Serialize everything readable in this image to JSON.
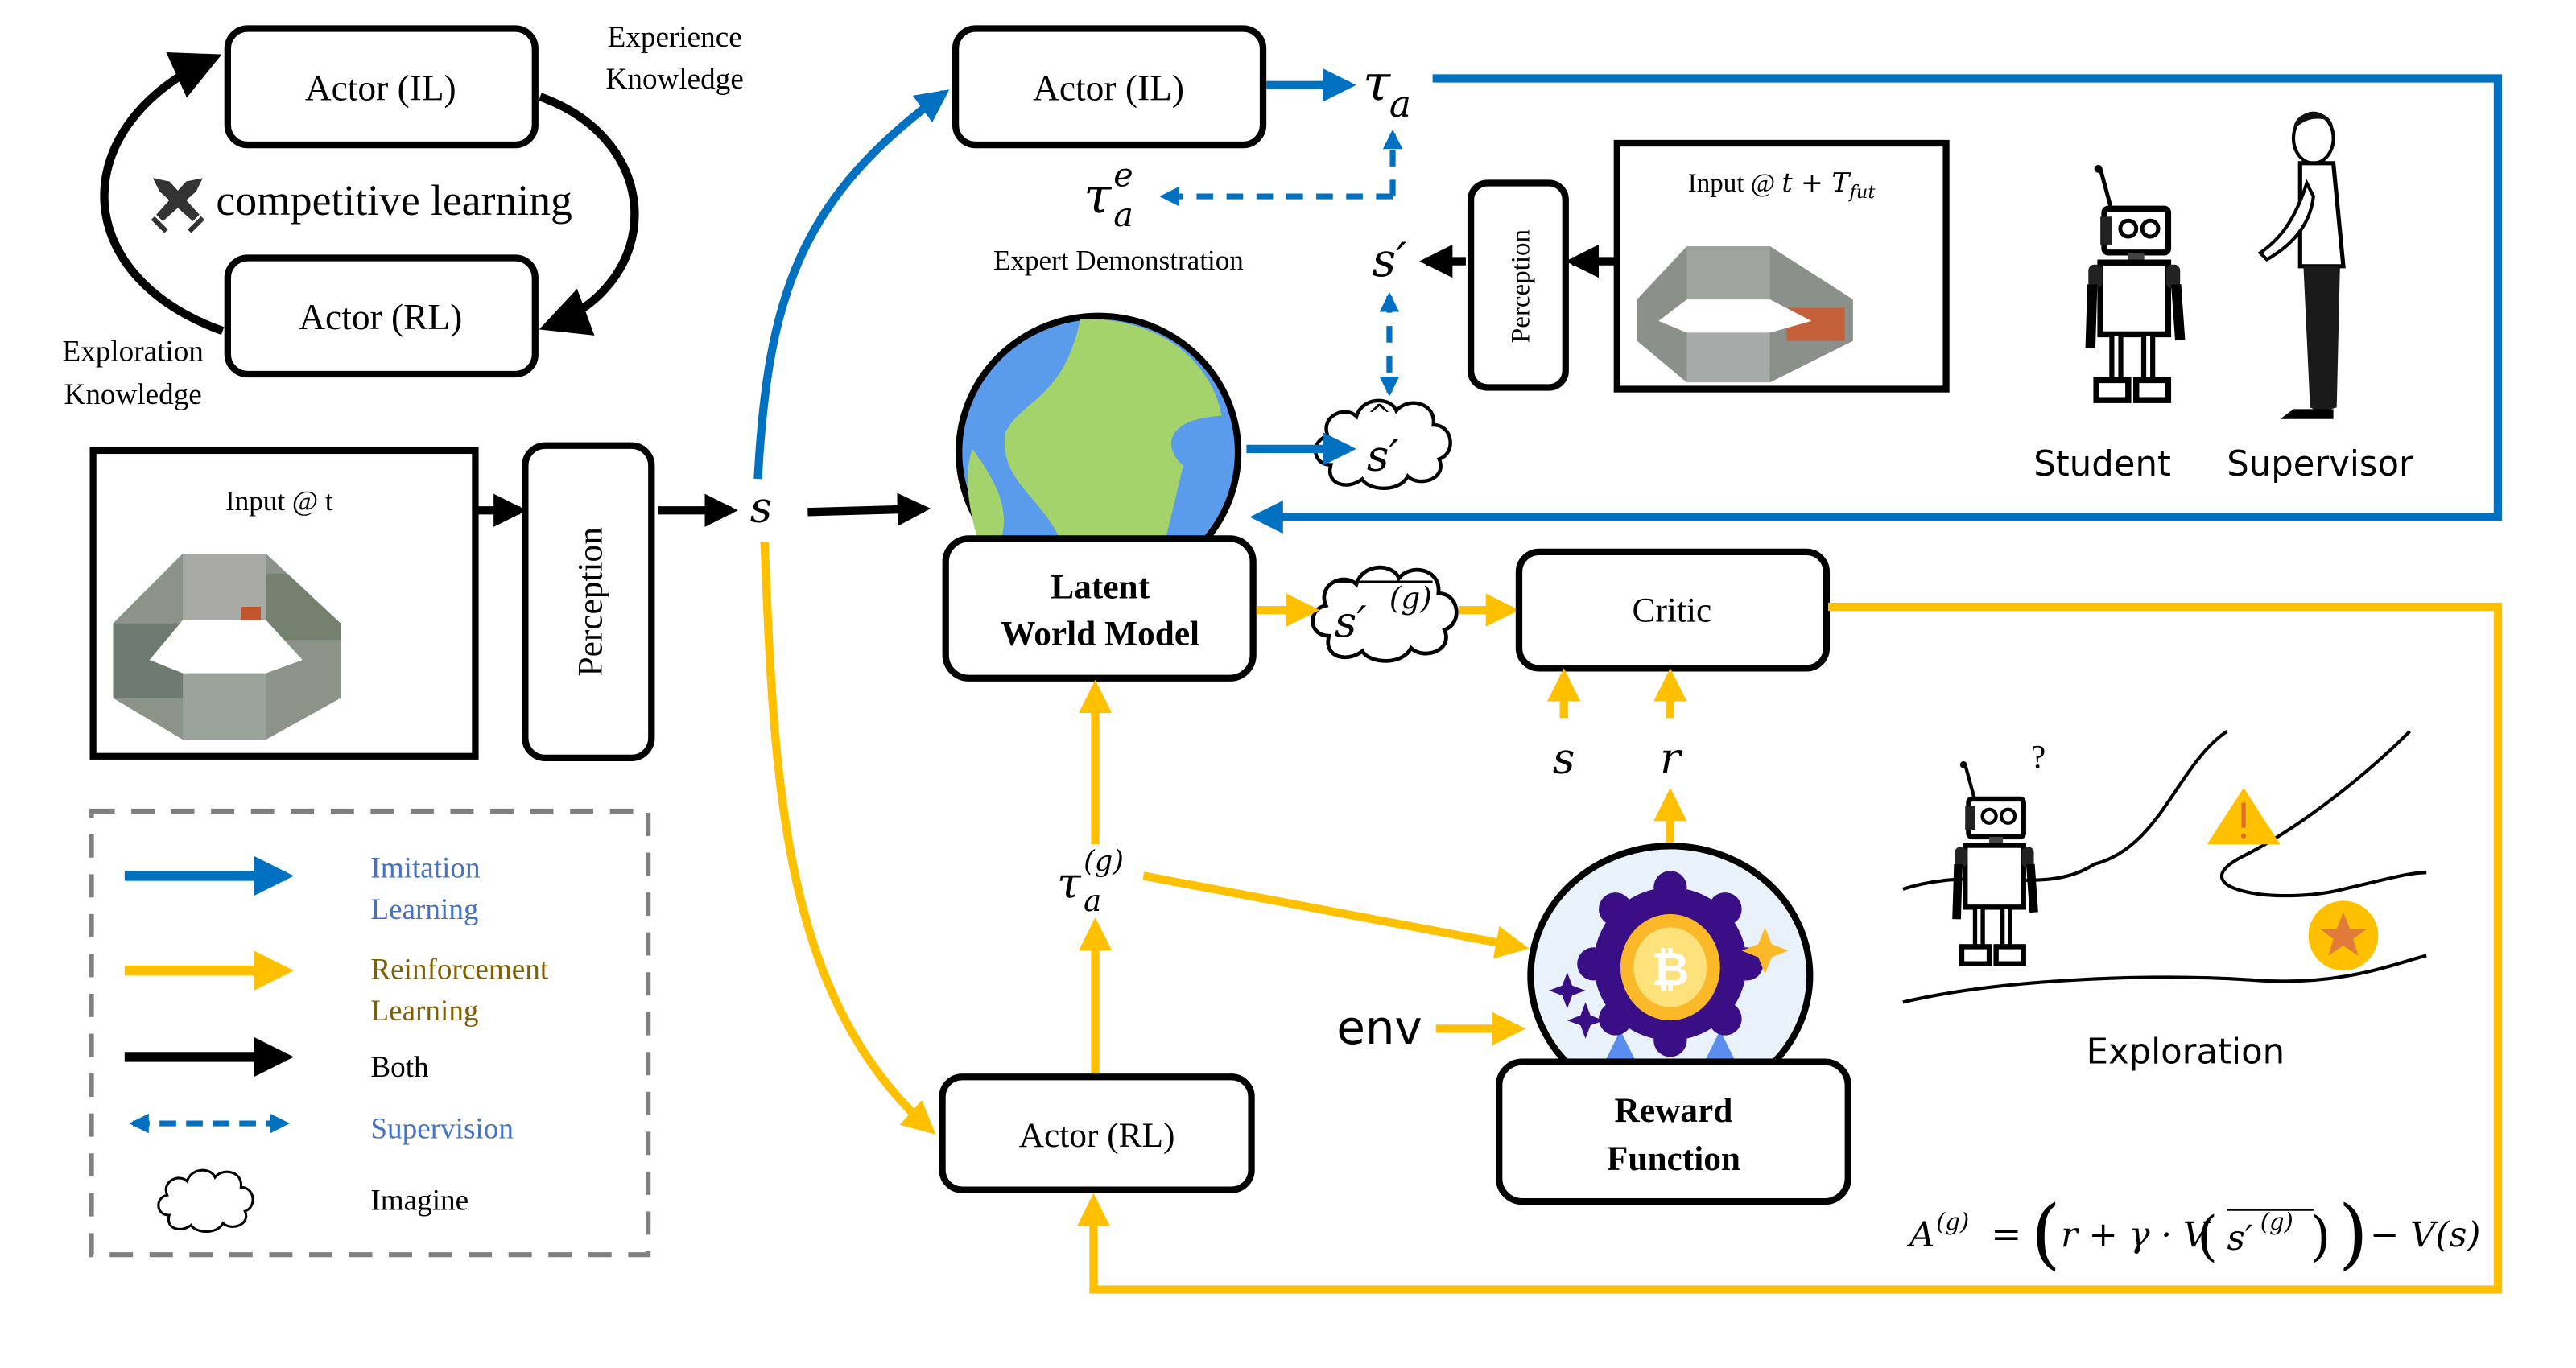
{
  "colors": {
    "imitation": "#0070c0",
    "reinforcement": "#ffc000",
    "both": "#000000",
    "imitation_text": "#4472c4",
    "reinforcement_text": "#7f6000",
    "legend_border": "#808080",
    "earth_ocean": "#5b9bec",
    "earth_land": "#a3d36a",
    "medal_purple": "#3a0f85",
    "medal_coin": "#fbb929",
    "medal_ribbon": "#5b8def"
  },
  "competitive": {
    "actor_il": "Actor (IL)",
    "actor_rl": "Actor (RL)",
    "center_label": "competitive learning",
    "experience_line1": "Experience",
    "experience_line2": "Knowledge",
    "exploration_line1": "Exploration",
    "exploration_line2": "Knowledge",
    "icon": "crossed-swords-icon"
  },
  "input_t": {
    "title": "Input @ t",
    "image": "surround-view-camera-images"
  },
  "input_future": {
    "title_prefix": "Input @ ",
    "title_math": "t + T",
    "title_sub": "fut",
    "image": "surround-view-camera-images"
  },
  "perception_label": "Perception",
  "state_s": "s",
  "actor_il_main": "Actor (IL)",
  "actor_rl_main": "Actor (RL)",
  "tau_a": {
    "base": "τ",
    "sub": "a"
  },
  "tau_a_e": {
    "base": "τ",
    "sub": "a",
    "sup": "e"
  },
  "expert_demo": "Expert Demonstration",
  "s_prime": "s′",
  "s_prime_hat": "s′",
  "world_model": {
    "line1": "Latent",
    "line2": "World Model"
  },
  "s_prime_g_hat": {
    "base": "s′",
    "sup": "(g)"
  },
  "critic": "Critic",
  "critic_inputs": {
    "s": "s",
    "r": "r"
  },
  "tau_a_g": {
    "base": "τ",
    "sub": "a",
    "sup": "(g)"
  },
  "env": "env",
  "reward_function": {
    "line1": "Reward",
    "line2": "Function",
    "icon": "bitcoin-medal-icon"
  },
  "student_supervisor": {
    "student": "Student",
    "supervisor": "Supervisor"
  },
  "exploration_label": "Exploration",
  "equation": {
    "lhs": "A",
    "lhs_sup": "(g)",
    "eq": "=",
    "term1": "r + γ · V",
    "inner": "s′",
    "inner_sup": "(g)",
    "minus": "− V(s)"
  },
  "legend": {
    "items": [
      {
        "line1": "Imitation",
        "line2": "Learning",
        "type": "imitation"
      },
      {
        "line1": "Reinforcement",
        "line2": "Learning",
        "type": "reinforcement"
      },
      {
        "line1": "Both",
        "line2": "",
        "type": "both"
      },
      {
        "line1": "Supervision",
        "line2": "",
        "type": "supervision"
      },
      {
        "line1": "Imagine",
        "line2": "",
        "type": "imagine"
      }
    ]
  }
}
